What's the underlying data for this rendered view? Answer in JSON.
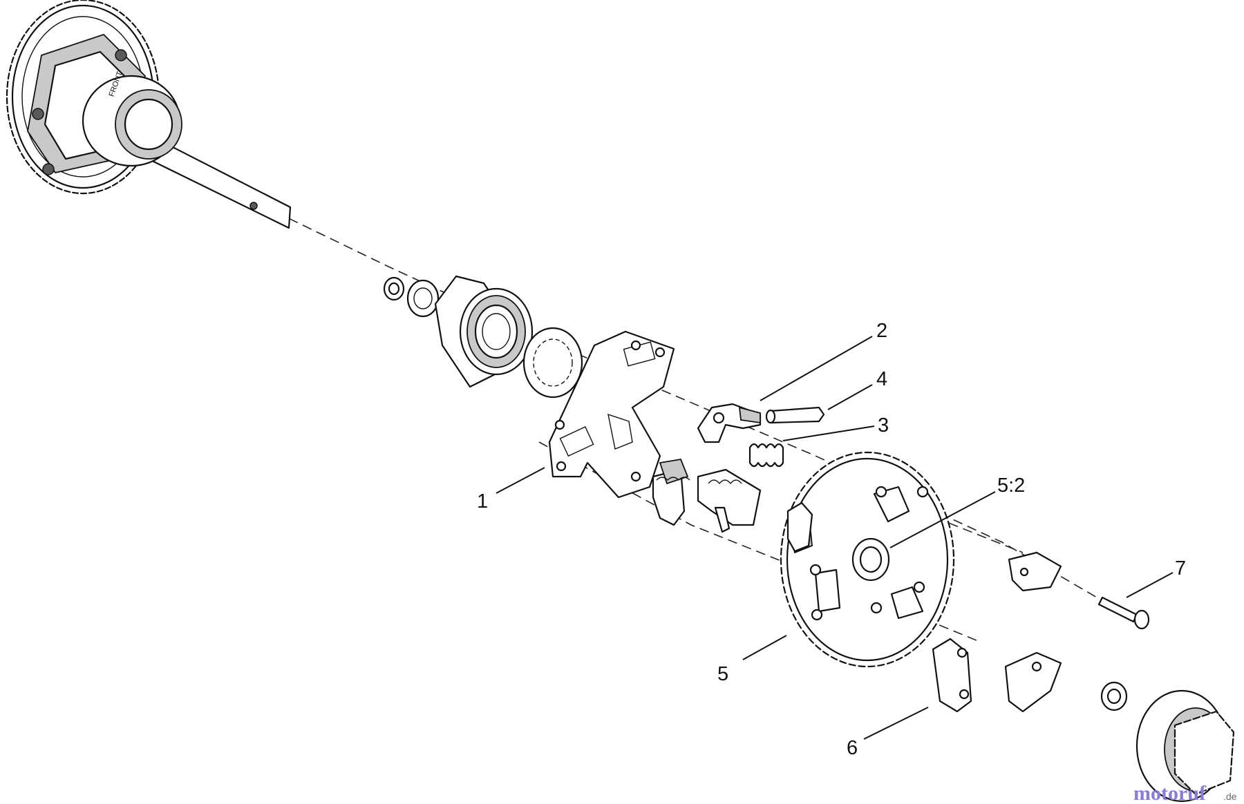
{
  "callouts": {
    "c1": "1",
    "c2": "2",
    "c3": "3",
    "c4": "4",
    "c5": "5",
    "c52": "5:2",
    "c6": "6",
    "c7": "7"
  },
  "watermark": {
    "brand": "motoruf",
    "suffix": ".de",
    "colors": [
      "#8a7bd6",
      "#f08a24",
      "#5cb85c",
      "#e04646"
    ]
  },
  "part_marking": {
    "front": "FRONT"
  }
}
